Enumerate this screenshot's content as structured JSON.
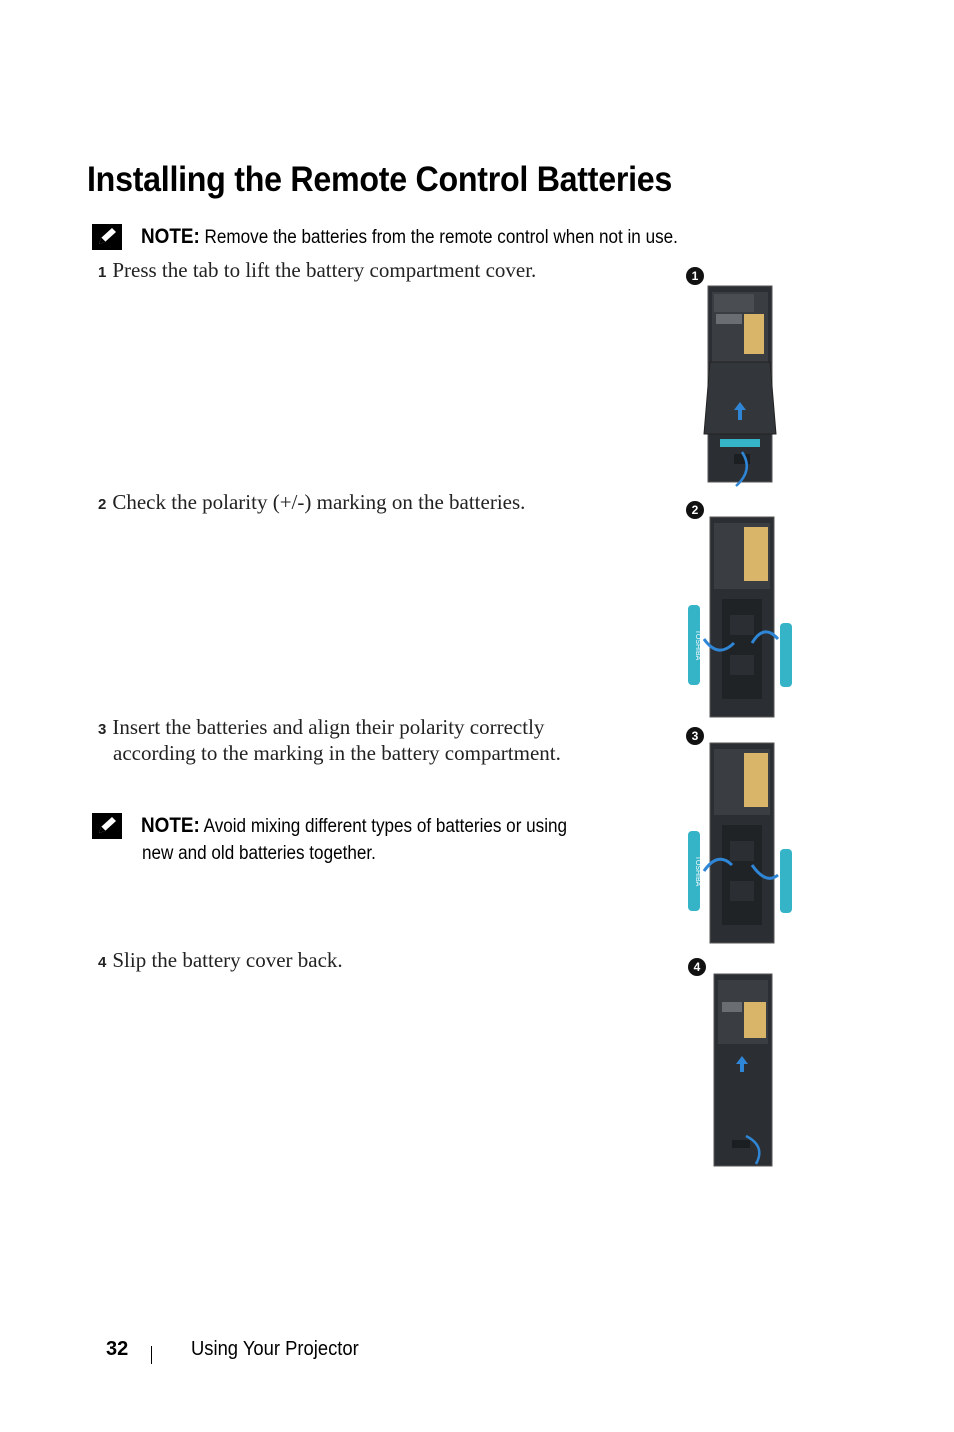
{
  "page_title": "Installing the Remote Control Batteries",
  "note1": {
    "label": "NOTE:",
    "text": " Remove the batteries from the remote control when not in use."
  },
  "steps": [
    {
      "num": "1",
      "lines": [
        "Press the tab to lift the battery compartment cover."
      ]
    },
    {
      "num": "2",
      "lines": [
        "Check the polarity (+/-) marking on the batteries."
      ]
    },
    {
      "num": "3",
      "lines": [
        "Insert the batteries and align their polarity correctly",
        "according to the marking in the battery compartment."
      ]
    },
    {
      "num": "4",
      "lines": [
        "Slip the battery cover back."
      ]
    }
  ],
  "note2": {
    "label": "NOTE:",
    "line1": " Avoid mixing different types of batteries or using",
    "line2": "new and old batteries together."
  },
  "figures": [
    {
      "badge": "1"
    },
    {
      "badge": "2"
    },
    {
      "badge": "3"
    },
    {
      "badge": "4"
    }
  ],
  "battery_brand": "TOSHIBA",
  "colors": {
    "remote_body": "#2b2f33",
    "label_sticker": "#d9b56a",
    "arrow": "#2f86d6",
    "battery": "#35b4c8"
  },
  "footer": {
    "page_number": "32",
    "section": "Using Your Projector"
  }
}
